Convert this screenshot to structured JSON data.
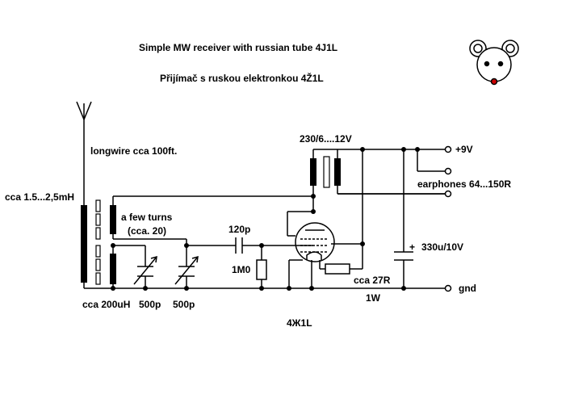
{
  "title": "Simple MW receiver with russian tube 4J1L",
  "subtitle": "Přijímač s ruskou elektronkou 4Ž1L",
  "labels": {
    "antenna": "longwire cca 100ft.",
    "coil_inductance": "cca 1.5...2,5mH",
    "few_turns": "a few turns",
    "few_turns_count": "(cca. 20)",
    "coil_200": "cca 200uH",
    "cap_500_a": "500p",
    "cap_500_b": "500p",
    "cap_120": "120p",
    "res_1m": "1M0",
    "transformer": "230/6....12V",
    "plus9v": "+9V",
    "earphones": "earphones 64...150R",
    "electrolytic_plus": "+",
    "electrolytic": "330u/10V",
    "res_27r": "cca 27R",
    "res_27r_power": "1W",
    "gnd": "gnd",
    "tube": "4Ж1L"
  },
  "colors": {
    "line": "#000000",
    "background": "#ffffff",
    "mouse_nose": "#cc0000"
  }
}
